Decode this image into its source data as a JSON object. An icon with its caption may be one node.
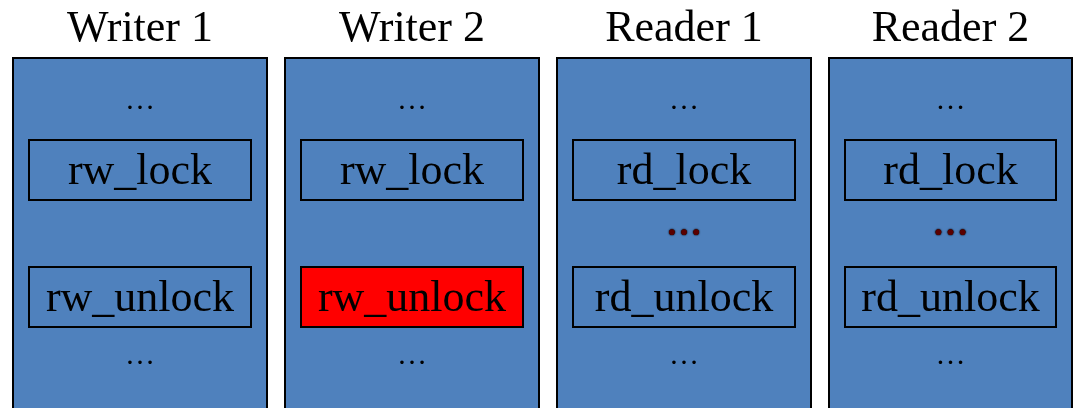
{
  "diagram": {
    "nodes": [
      {
        "text": [
          "Writer 1"
        ]
      },
      {
        "text": [
          "rw_lock"
        ],
        "in": 0
      },
      {
        "text": [
          "rw_unlock"
        ],
        "in": 0
      },
      {
        "text": [
          "Writer 2"
        ]
      },
      {
        "text": [
          "rw_lock"
        ],
        "in": 3
      },
      {
        "text": [
          "rw_unlock"
        ],
        "in": 3
      },
      {
        "text": [
          "Reader 1"
        ]
      },
      {
        "text": [
          "rd_lock"
        ],
        "in": 6
      },
      {
        "text": [
          "rd_unlock"
        ],
        "in": 6
      },
      {
        "text": [
          "Reader 2"
        ]
      },
      {
        "text": [
          "rd_lock"
        ],
        "in": 9
      },
      {
        "text": [
          "rd_unlock"
        ],
        "in": 9
      }
    ],
    "edges": [],
    "labels": [
      "…",
      "…",
      "…",
      "…",
      "…",
      "…",
      "…",
      "…",
      "…",
      "…"
    ]
  }
}
